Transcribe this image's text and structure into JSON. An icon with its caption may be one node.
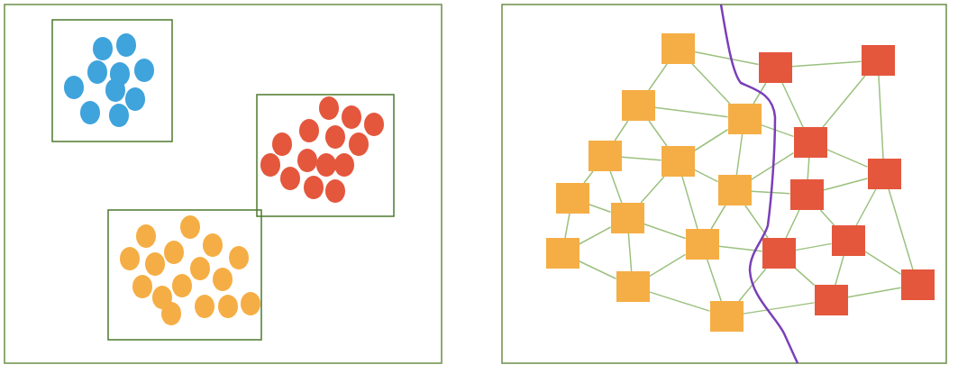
{
  "diagram": {
    "nodes": [
      {
        "text": [],
        "shape": "box"
      },
      {
        "text": [],
        "shape": "box"
      },
      {
        "text": [],
        "shape": "box"
      },
      {
        "text": [],
        "shape": "box"
      },
      {
        "text": [],
        "shape": "box"
      },
      {
        "text": [],
        "shape": "box"
      },
      {
        "text": [],
        "shape": "box"
      },
      {
        "text": [],
        "shape": "box"
      },
      {
        "text": [],
        "shape": "box"
      },
      {
        "text": [],
        "shape": "box"
      },
      {
        "text": [],
        "shape": "box"
      },
      {
        "text": [],
        "shape": "box"
      },
      {
        "text": [],
        "shape": "box"
      },
      {
        "text": [],
        "shape": "box"
      },
      {
        "text": [],
        "shape": "box"
      },
      {
        "text": [],
        "shape": "box"
      },
      {
        "text": [],
        "shape": "box"
      },
      {
        "text": [],
        "shape": "box"
      },
      {
        "text": [],
        "shape": "box"
      },
      {
        "text": [],
        "shape": "box"
      },
      {
        "text": [],
        "shape": "box"
      }
    ],
    "edges": [
      {
        "from": 0,
        "to": 12,
        "arrow": "none"
      },
      {
        "from": 0,
        "to": 1,
        "arrow": "none"
      },
      {
        "from": 0,
        "to": 2,
        "arrow": "none"
      },
      {
        "from": 1,
        "to": 2,
        "arrow": "none"
      },
      {
        "from": 1,
        "to": 3,
        "arrow": "none"
      },
      {
        "from": 1,
        "to": 4,
        "arrow": "none"
      },
      {
        "from": 4,
        "to": 2,
        "arrow": "none"
      },
      {
        "from": 3,
        "to": 4,
        "arrow": "none"
      },
      {
        "from": 3,
        "to": 5,
        "arrow": "none"
      },
      {
        "from": 3,
        "to": 6,
        "arrow": "none"
      },
      {
        "from": 4,
        "to": 6,
        "arrow": "none"
      },
      {
        "from": 4,
        "to": 10,
        "arrow": "none"
      },
      {
        "from": 4,
        "to": 7,
        "arrow": "none"
      },
      {
        "from": 5,
        "to": 6,
        "arrow": "none"
      },
      {
        "from": 5,
        "to": 8,
        "arrow": "none"
      },
      {
        "from": 6,
        "to": 8,
        "arrow": "none"
      },
      {
        "from": 6,
        "to": 10,
        "arrow": "none"
      },
      {
        "from": 6,
        "to": 9,
        "arrow": "none"
      },
      {
        "from": 8,
        "to": 9,
        "arrow": "none"
      },
      {
        "from": 9,
        "to": 10,
        "arrow": "none"
      },
      {
        "from": 9,
        "to": 11,
        "arrow": "none"
      },
      {
        "from": 10,
        "to": 11,
        "arrow": "none"
      },
      {
        "from": 10,
        "to": 7,
        "arrow": "none"
      },
      {
        "from": 2,
        "to": 7,
        "arrow": "none"
      },
      {
        "from": 10,
        "to": 18,
        "arrow": "none"
      },
      {
        "from": 11,
        "to": 18,
        "arrow": "none"
      },
      {
        "from": 11,
        "to": 20,
        "arrow": "none"
      },
      {
        "from": 12,
        "to": 13,
        "arrow": "none"
      },
      {
        "from": 12,
        "to": 2,
        "arrow": "none"
      },
      {
        "from": 12,
        "to": 14,
        "arrow": "none"
      },
      {
        "from": 13,
        "to": 14,
        "arrow": "none"
      },
      {
        "from": 13,
        "to": 15,
        "arrow": "none"
      },
      {
        "from": 2,
        "to": 14,
        "arrow": "none"
      },
      {
        "from": 7,
        "to": 14,
        "arrow": "none"
      },
      {
        "from": 7,
        "to": 16,
        "arrow": "none"
      },
      {
        "from": 7,
        "to": 18,
        "arrow": "none"
      },
      {
        "from": 14,
        "to": 16,
        "arrow": "none"
      },
      {
        "from": 14,
        "to": 15,
        "arrow": "none"
      },
      {
        "from": 16,
        "to": 15,
        "arrow": "none"
      },
      {
        "from": 16,
        "to": 17,
        "arrow": "none"
      },
      {
        "from": 16,
        "to": 18,
        "arrow": "none"
      },
      {
        "from": 15,
        "to": 17,
        "arrow": "none"
      },
      {
        "from": 15,
        "to": 19,
        "arrow": "none"
      },
      {
        "from": 17,
        "to": 18,
        "arrow": "none"
      },
      {
        "from": 17,
        "to": 19,
        "arrow": "none"
      },
      {
        "from": 17,
        "to": 20,
        "arrow": "none"
      },
      {
        "from": 18,
        "to": 20,
        "arrow": "none"
      },
      {
        "from": 20,
        "to": 19,
        "arrow": "none"
      }
    ]
  }
}
